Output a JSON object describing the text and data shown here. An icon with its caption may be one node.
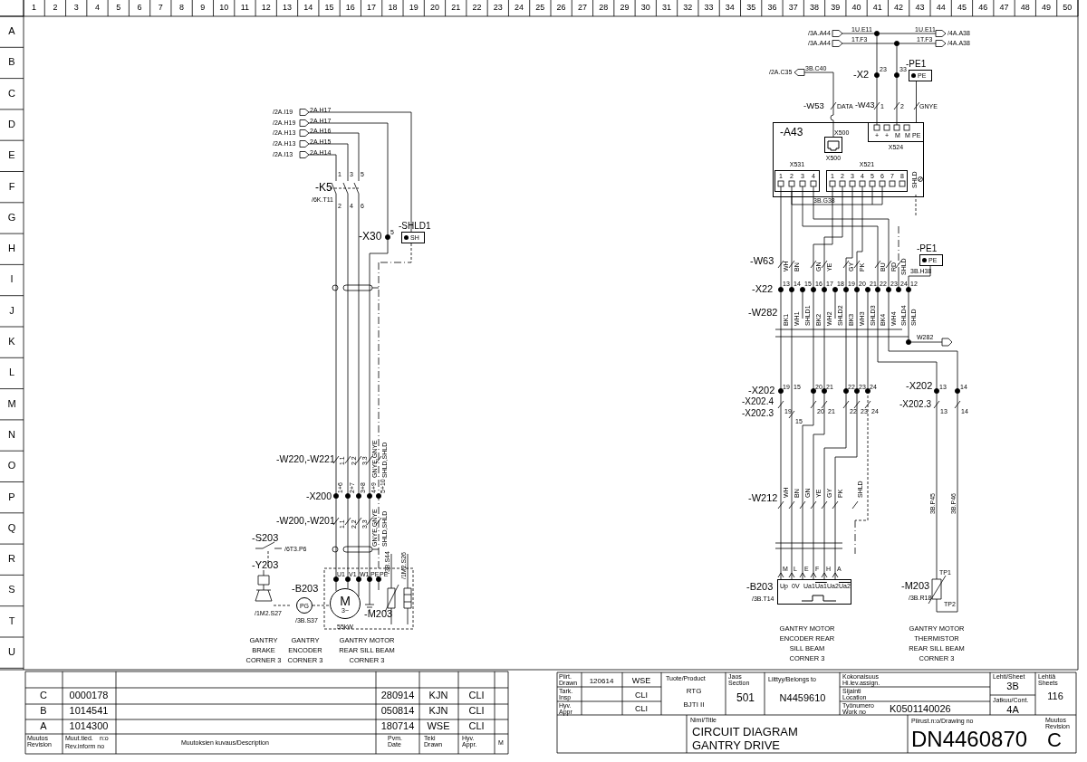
{
  "diagram": {
    "nodes": [
      {
        "text": [
          "SH"
        ],
        "beside": [
          "-SHLD1"
        ]
      },
      {
        "text": [
          "PG"
        ],
        "beside": [
          "-B203",
          "/3B.S37"
        ]
      },
      {
        "text": [
          "M",
          "3~"
        ],
        "beside": [
          "55kW",
          "-M203"
        ]
      },
      {
        "text": [
          "PE"
        ],
        "beside": [
          "-PE1"
        ]
      },
      {
        "text": [
          "-A43"
        ]
      },
      {
        "text": [
          "X500"
        ],
        "in": 4
      },
      {
        "text": [
          "X524"
        ],
        "in": 4
      },
      {
        "text": [
          "X531"
        ],
        "in": 4
      },
      {
        "text": [
          "X521"
        ],
        "in": 4
      },
      {
        "text": [
          "PE"
        ],
        "beside": [
          "-PE1"
        ]
      },
      {
        "text": [
          "Up",
          "0V",
          "Ua1",
          "Ua1",
          "Ua2",
          "Ua2"
        ],
        "beside": [
          "-B203",
          "/3B.T14"
        ]
      }
    ],
    "edges": [
      {
        "from": 3,
        "to": 6,
        "arrow": "none"
      },
      {
        "from": 1,
        "to": 2,
        "arrow": "none",
        "style": "dashed"
      },
      {
        "from": 7,
        "to": 8,
        "arrow": "none"
      }
    ],
    "labels": [
      "1",
      "2",
      "3",
      "4",
      "5",
      "6",
      "7",
      "8",
      "9",
      "10",
      "11",
      "12",
      "13",
      "14",
      "15",
      "16",
      "17",
      "18",
      "19",
      "20",
      "21",
      "22",
      "23",
      "24",
      "25",
      "26",
      "27",
      "28",
      "29",
      "30",
      "31",
      "32",
      "33",
      "34",
      "35",
      "36",
      "37",
      "38",
      "39",
      "40",
      "41",
      "42",
      "43",
      "44",
      "45",
      "46",
      "47",
      "48",
      "49",
      "50",
      "A",
      "B",
      "C",
      "D",
      "E",
      "F",
      "G",
      "H",
      "I",
      "J",
      "K",
      "L",
      "M",
      "N",
      "O",
      "P",
      "Q",
      "R",
      "S",
      "T",
      "U",
      "/2A.I19",
      "2A.H17",
      "/2A.H19",
      "2A.H17",
      "/2A.H13",
      "2A.H16",
      "/2A.H13",
      "2A.H15",
      "/2A.I13",
      "2A.H14",
      "1",
      "3",
      "5",
      "-K5",
      "/6K.T11",
      "2",
      "4",
      "6",
      "-X30",
      "5",
      "-W220,-W221",
      "1.1",
      "2.2",
      "3.3",
      "GNYE,GNYE",
      "SHLD,SHLD",
      "-X200",
      "1+6",
      "2+7",
      "3+8",
      "4+9",
      "5+10",
      "-W200,-W201",
      "1.1",
      "2.2",
      "3.3",
      "GNYE,GNYE",
      "SHLD,SHLD",
      "/3B.S44",
      "/1M2.S26",
      "-S203",
      "/6T3.P6",
      "-Y203",
      "/1M2.S27",
      "U1",
      "V1",
      "W1",
      "PE",
      "PE",
      "GANTRY BRAKE CORNER 3",
      "GANTRY ENCODER CORNER 3",
      "GANTRY MOTOR REAR SILL BEAM CORNER 3",
      "/3A.A44",
      "1U.E11",
      "1U.E11",
      "/4A.A38",
      "/3A.A44",
      "1T.F3",
      "1T.F3",
      "/4A.A38",
      "/2A.C35",
      "3B.C40",
      "-X2",
      "23",
      "33",
      "-W53",
      "DATA",
      "-W43",
      "1",
      "2",
      "GNYE",
      "X500",
      "+",
      "+",
      "M",
      "M",
      "PE",
      "1",
      "2",
      "3",
      "4",
      "1",
      "2",
      "3",
      "4",
      "5",
      "6",
      "7",
      "8",
      "SHLD",
      "3B.G38",
      "-W63",
      "WH",
      "BN",
      "GN",
      "YE",
      "GY",
      "PK",
      "BU",
      "RD",
      "SHLD",
      "3B.H38",
      "-X22",
      "13",
      "14",
      "15",
      "16",
      "17",
      "18",
      "19",
      "20",
      "21",
      "22",
      "23",
      "24",
      "12",
      "-W282",
      "BK1",
      "WH1",
      "SHLD1",
      "BK2",
      "WH2",
      "SHLD2",
      "BK3",
      "WH3",
      "SHLD3",
      "BK4",
      "WH4",
      "SHLD4",
      "SHLD",
      "W282",
      "-X202",
      "19",
      "15",
      "20",
      "21",
      "22",
      "23",
      "24",
      "-X202.4",
      "-X202.3",
      "19",
      "15",
      "20",
      "21",
      "22",
      "23",
      "24",
      "-X202",
      "13",
      "14",
      "-X202.3",
      "13",
      "14",
      "-W212",
      "WH",
      "BN",
      "GN",
      "YE",
      "GY",
      "PK",
      "SHLD",
      "3B.P45",
      "3B.P46",
      "M",
      "L",
      "E",
      "F",
      "H",
      "A",
      "TP1",
      "-M203",
      "/3B.R18",
      "TP2",
      "GANTRY MOTOR ENCODER REAR SILL BEAM CORNER 3",
      "GANTRY MOTOR THERMISTOR REAR SILL BEAM CORNER 3",
      "C",
      "0000178",
      "280914",
      "KJN",
      "CLI",
      "B",
      "1014541",
      "050814",
      "KJN",
      "CLI",
      "A",
      "1014300",
      "180714",
      "WSE",
      "CLI",
      "Muutos Revision",
      "Muut.tied.",
      "n:o",
      "Rev.inform no",
      "Muutoksien kuvaus/Description",
      "Pvm. Date",
      "Teki Drawn",
      "Hyv. Appr.",
      "M",
      "Piirt. Drawn",
      "120614",
      "WSE",
      "Tuote/Product",
      "Jaos Section",
      "Liittyy/Belongs to",
      "Kokonaisuus Hi.lev.assign.",
      "Lehti/Sheet",
      "Lehtiä Sheets",
      "Tark. Insp",
      "CLI",
      "RTG",
      "501",
      "N4459610",
      "Sijainti Location",
      "3B",
      "116",
      "Hyv. Appr",
      "CLI",
      "BJTI II",
      "Työnumero Work no",
      "K0501140026",
      "Jatkuu/Cont.",
      "4A",
      "Nimi/Title",
      "CIRCUIT DIAGRAM",
      "GANTRY DRIVE",
      "Piirust.n:o/Drawing no",
      "DN4460870",
      "Muutos Revision",
      "C"
    ]
  }
}
